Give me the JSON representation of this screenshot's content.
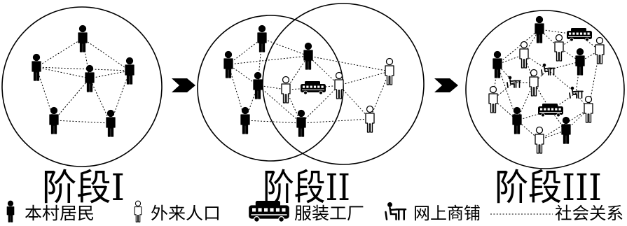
{
  "stages": [
    {
      "label": "阶段I"
    },
    {
      "label": "阶段II"
    },
    {
      "label": "阶段III"
    }
  ],
  "arrows": [
    {
      "icon": "chevron-arrow-icon"
    },
    {
      "icon": "chevron-arrow-icon"
    }
  ],
  "legend": {
    "resident": {
      "icon": "filled-person-icon",
      "label": "本村居民"
    },
    "migrant": {
      "icon": "hollow-person-icon",
      "label": "外来人口"
    },
    "factory": {
      "icon": "garment-factory-icon",
      "label": "服装工厂"
    },
    "shop": {
      "icon": "online-shop-icon",
      "label": "网上商铺"
    },
    "relation": {
      "icon": "dotted-line",
      "label": "社会关系"
    }
  },
  "colors": {
    "ink": "#000000",
    "background": "#ffffff"
  }
}
